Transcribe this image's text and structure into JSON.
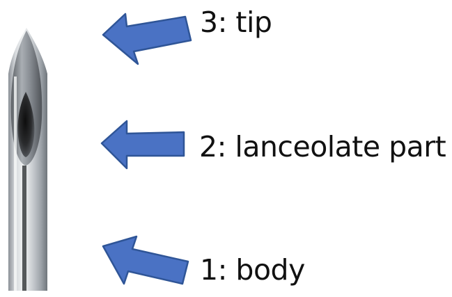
{
  "labels": {
    "tip": "3: tip",
    "lanceolate": "2: lanceolate part",
    "body": "1: body"
  },
  "colors": {
    "arrow": "#4a72c4",
    "arrow_stroke": "#2f5597",
    "needle_light": "#e4e7ea",
    "needle_dark": "#5d6166",
    "background": "#ffffff"
  }
}
